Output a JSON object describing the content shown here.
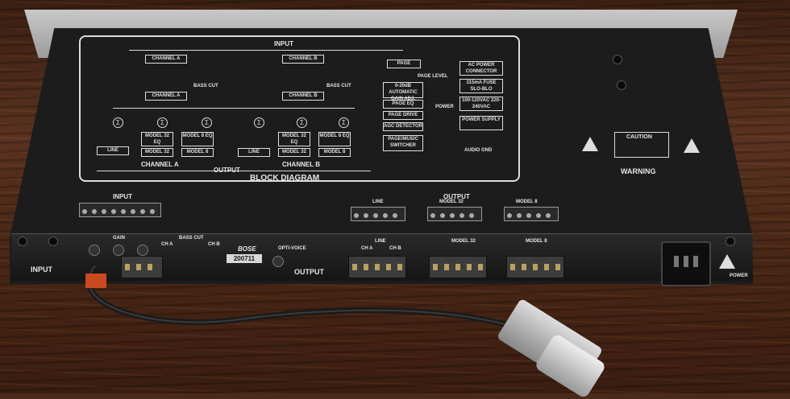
{
  "diagram": {
    "title": "BLOCK DIAGRAM",
    "input_label": "INPUT",
    "output_label": "OUTPUT",
    "channel_a": "CHANNEL A",
    "channel_b": "CHANNEL B",
    "bass_cut": "BASS CUT",
    "page_level": "PAGE LEVEL",
    "page": "PAGE",
    "auto_gain": "0-20dB AUTOMATIC GAIN ADJ.",
    "page_eq": "PAGE EQ",
    "page_drive": "PAGE DRIVE",
    "agc_detector": "AGC DETECTOR",
    "page_switcher": "PAGE/MUSIC SWITCHER",
    "line": "LINE",
    "model_32_eq": "MODEL 32 EQ",
    "model_8_eq": "MODEL 8 EQ",
    "model_32": "MODEL 32",
    "model_8": "MODEL 8",
    "ac_power": "AC POWER CONNECTOR",
    "fuse": "315mA FUSE SLO-BLO",
    "power_supply": "POWER SUPPLY",
    "audio_gnd": "AUDIO GND",
    "power": "POWER"
  },
  "panel": {
    "input_header": "INPUT",
    "output_header": "OUTPUT",
    "line": "LINE",
    "model_32": "MODEL 32",
    "model_8": "MODEL 8",
    "gain": "GAIN",
    "bass_cut": "BASS CUT",
    "ch_a": "CH A",
    "ch_b": "CH B",
    "brand": "BOSE",
    "serial": "200711",
    "opt_voice": "OPTI-VOICE",
    "input_label": "INPUT",
    "output_label": "OUTPUT",
    "caution": "CAUTION",
    "warning": "WARNING",
    "power_label": "POWER"
  }
}
